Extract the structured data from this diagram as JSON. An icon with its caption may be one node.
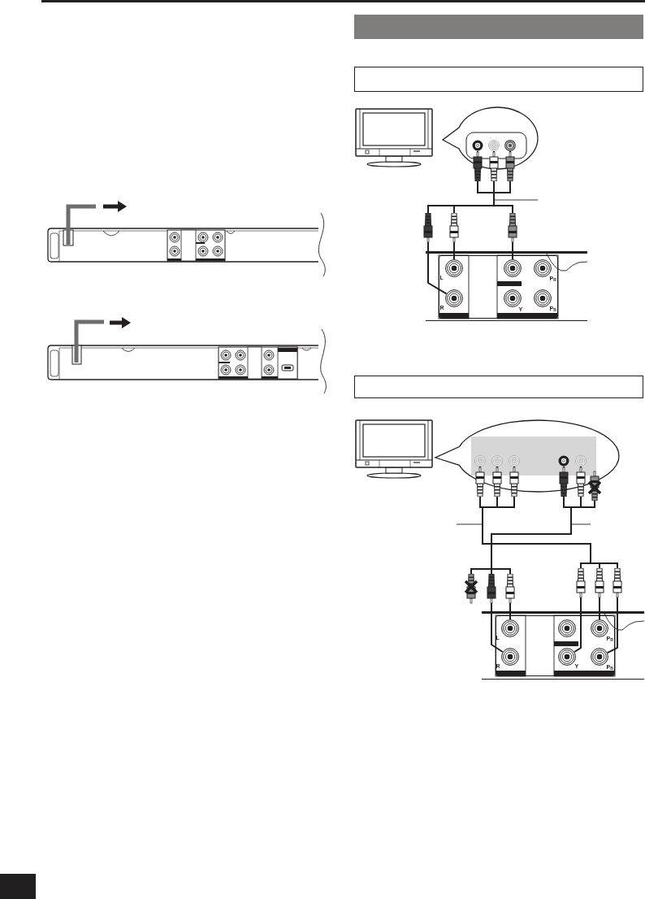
{
  "diagram": {
    "nodes": [
      {
        "text": [],
        "shape": "picture"
      },
      {
        "text": [],
        "shape": "picture"
      },
      {
        "text": [],
        "shape": "bar"
      },
      {
        "text": [],
        "shape": "box"
      },
      {
        "text": [],
        "shape": "picture"
      },
      {
        "text": [],
        "shape": "callout"
      },
      {
        "text": [],
        "shape": "circle",
        "in": 5
      },
      {
        "text": [],
        "shape": "circle",
        "in": 5
      },
      {
        "text": [],
        "shape": "circle",
        "in": 5
      },
      {
        "text": [],
        "shape": "picture"
      },
      {
        "text": [],
        "shape": "circle",
        "in": 9
      },
      {
        "text": [],
        "shape": "circle",
        "in": 9
      },
      {
        "text": [],
        "shape": "circle",
        "in": 9
      },
      {
        "text": [],
        "shape": "circle",
        "in": 9
      },
      {
        "text": [],
        "shape": "circle",
        "in": 9
      },
      {
        "text": [],
        "shape": "circle",
        "in": 9
      },
      {
        "text": [],
        "shape": "box"
      },
      {
        "text": [],
        "shape": "picture"
      },
      {
        "text": [],
        "shape": "callout"
      },
      {
        "text": [],
        "shape": "circle",
        "in": 18
      },
      {
        "text": [],
        "shape": "circle",
        "in": 18
      },
      {
        "text": [],
        "shape": "circle",
        "in": 18
      },
      {
        "text": [],
        "shape": "circle",
        "in": 18
      },
      {
        "text": [],
        "shape": "circle",
        "in": 18
      },
      {
        "text": [],
        "shape": "plug"
      },
      {
        "text": [],
        "shape": "plug"
      },
      {
        "text": [],
        "shape": "picture"
      },
      {
        "text": [],
        "shape": "circle",
        "in": 26
      },
      {
        "text": [],
        "shape": "circle",
        "in": 26
      },
      {
        "text": [],
        "shape": "circle",
        "in": 26
      },
      {
        "text": [],
        "shape": "circle",
        "in": 26
      },
      {
        "text": [],
        "shape": "circle",
        "in": 26
      },
      {
        "text": [],
        "shape": "circle",
        "in": 26
      }
    ],
    "edges": [
      {
        "from": 6,
        "to": 13,
        "arrow": "other"
      },
      {
        "from": 7,
        "to": 10,
        "arrow": "other"
      },
      {
        "from": 8,
        "to": 11,
        "arrow": "other"
      },
      {
        "from": 19,
        "to": 31,
        "arrow": "other"
      },
      {
        "from": 20,
        "to": 29,
        "arrow": "other"
      },
      {
        "from": 21,
        "to": 32,
        "arrow": "other"
      },
      {
        "from": 22,
        "to": 30,
        "arrow": "other"
      },
      {
        "from": 23,
        "to": 27,
        "arrow": "other"
      },
      {
        "from": 24,
        "to": 25,
        "arrow": "none"
      }
    ],
    "labels": [
      "L",
      "P$_{R}$",
      "R",
      "Y",
      "P$_{B}$",
      "L",
      "P$_{R}$",
      "R",
      "Y",
      "P$_{B}$"
    ]
  }
}
